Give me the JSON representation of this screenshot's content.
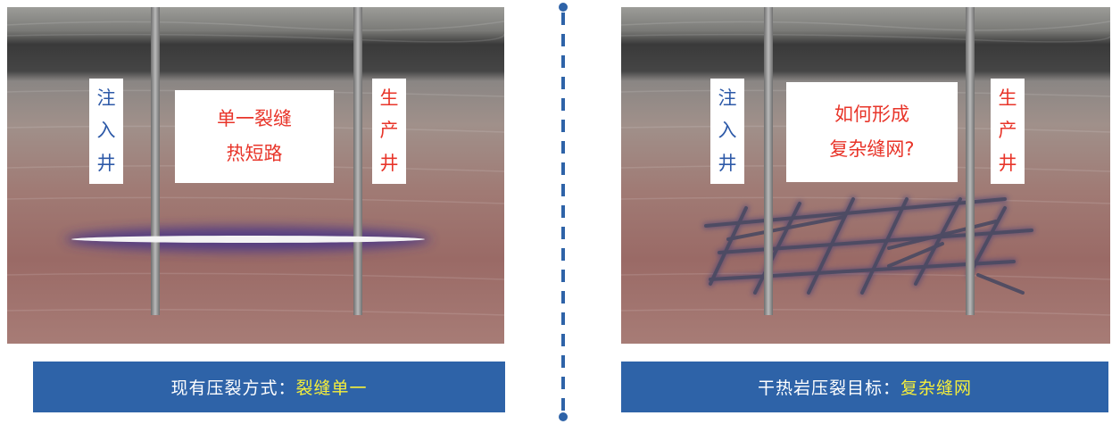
{
  "colors": {
    "caption_bg": "#2e63a8",
    "highlight_text": "#f6ef3a",
    "label_blue": "#2e5aa8",
    "label_red": "#e8352a",
    "divider": "#2e63a8"
  },
  "left_panel": {
    "injection_well_label": [
      "注",
      "入",
      "井"
    ],
    "production_well_label": [
      "生",
      "产",
      "井"
    ],
    "center_lines": [
      "单一裂缝",
      "热短路"
    ],
    "caption_prefix": "现有压裂方式：",
    "caption_highlight": "裂缝单一"
  },
  "right_panel": {
    "injection_well_label": [
      "注",
      "入",
      "井"
    ],
    "production_well_label": [
      "生",
      "产",
      "井"
    ],
    "center_lines": [
      "如何形成",
      "复杂缝网?"
    ],
    "caption_prefix": "干热岩压裂目标：",
    "caption_highlight": "复杂缝网"
  }
}
